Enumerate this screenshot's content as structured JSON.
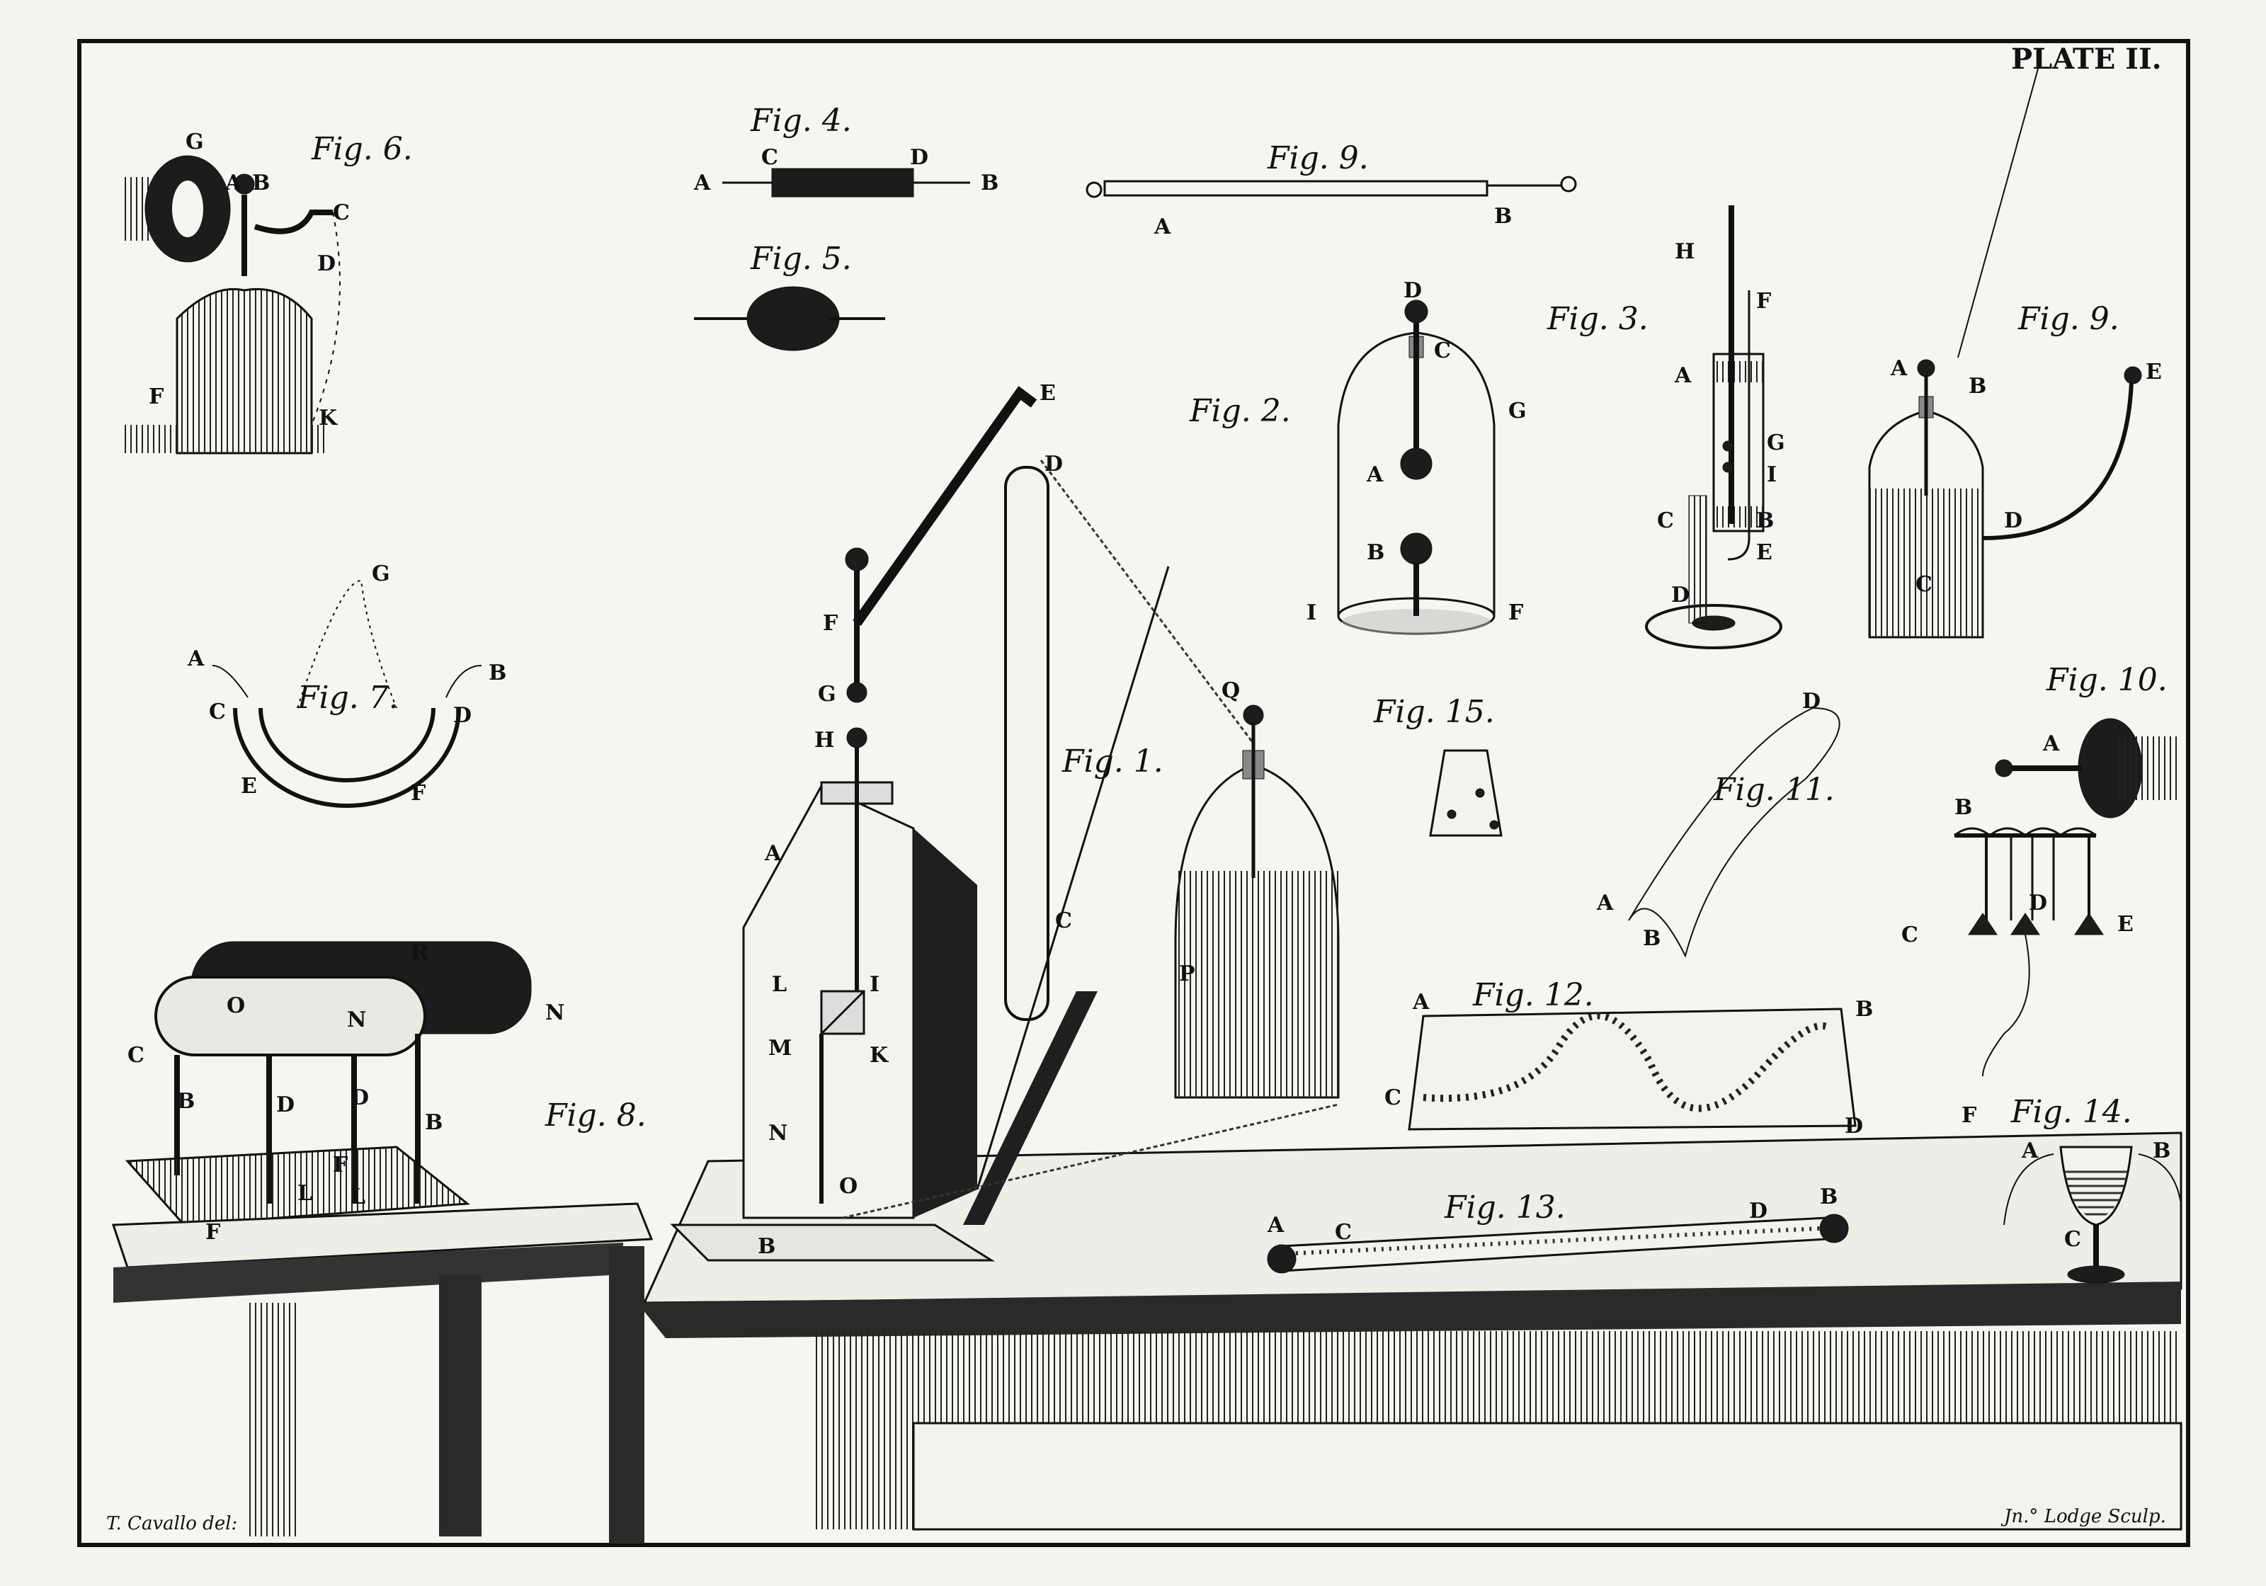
{
  "plate_title": "PLATE II.",
  "credits": {
    "left": "T. Cavallo del:",
    "right": "Jn.° Lodge Sculp."
  },
  "figures": {
    "fig1": {
      "title": "Fig. 1.",
      "labels": [
        "A",
        "B",
        "C",
        "D",
        "E",
        "F",
        "G",
        "H",
        "I",
        "K",
        "L",
        "M",
        "N",
        "O",
        "P",
        "Q"
      ]
    },
    "fig2": {
      "title": "Fig. 2.",
      "labels": [
        "D",
        "C",
        "G",
        "A",
        "B",
        "I",
        "F"
      ]
    },
    "fig3": {
      "title": "Fig. 3.",
      "labels": [
        "H",
        "F",
        "A",
        "G",
        "I",
        "C",
        "B",
        "E",
        "D"
      ]
    },
    "fig4": {
      "title": "Fig. 4.",
      "labels": [
        "A",
        "C",
        "D",
        "B"
      ]
    },
    "fig5": {
      "title": "Fig. 5."
    },
    "fig6": {
      "title": "Fig. 6.",
      "labels": [
        "G",
        "A",
        "B",
        "C",
        "D",
        "F",
        "K"
      ]
    },
    "fig7": {
      "title": "Fig. 7.",
      "labels": [
        "G",
        "A",
        "B",
        "C",
        "D",
        "E",
        "F"
      ]
    },
    "fig8": {
      "title": "Fig. 8.",
      "labels": [
        "R",
        "N",
        "O",
        "N",
        "C",
        "B",
        "D",
        "D",
        "B",
        "F",
        "L",
        "L",
        "F"
      ]
    },
    "fig9a": {
      "title": "Fig. 9.",
      "labels": [
        "A",
        "B"
      ]
    },
    "fig9b": {
      "title": "Fig. 9.",
      "labels": [
        "A",
        "B",
        "E",
        "D",
        "C"
      ]
    },
    "fig10": {
      "title": "Fig. 10.",
      "labels": [
        "A",
        "B",
        "C",
        "D",
        "E",
        "F"
      ]
    },
    "fig11": {
      "title": "Fig. 11.",
      "labels": [
        "D",
        "A",
        "B"
      ]
    },
    "fig12": {
      "title": "Fig. 12.",
      "labels": [
        "A",
        "B",
        "C",
        "D"
      ]
    },
    "fig13": {
      "title": "Fig. 13.",
      "labels": [
        "A",
        "C",
        "D",
        "B"
      ]
    },
    "fig14": {
      "title": "Fig. 14.",
      "labels": [
        "A",
        "B",
        "C"
      ]
    },
    "fig15": {
      "title": "Fig. 15."
    }
  }
}
